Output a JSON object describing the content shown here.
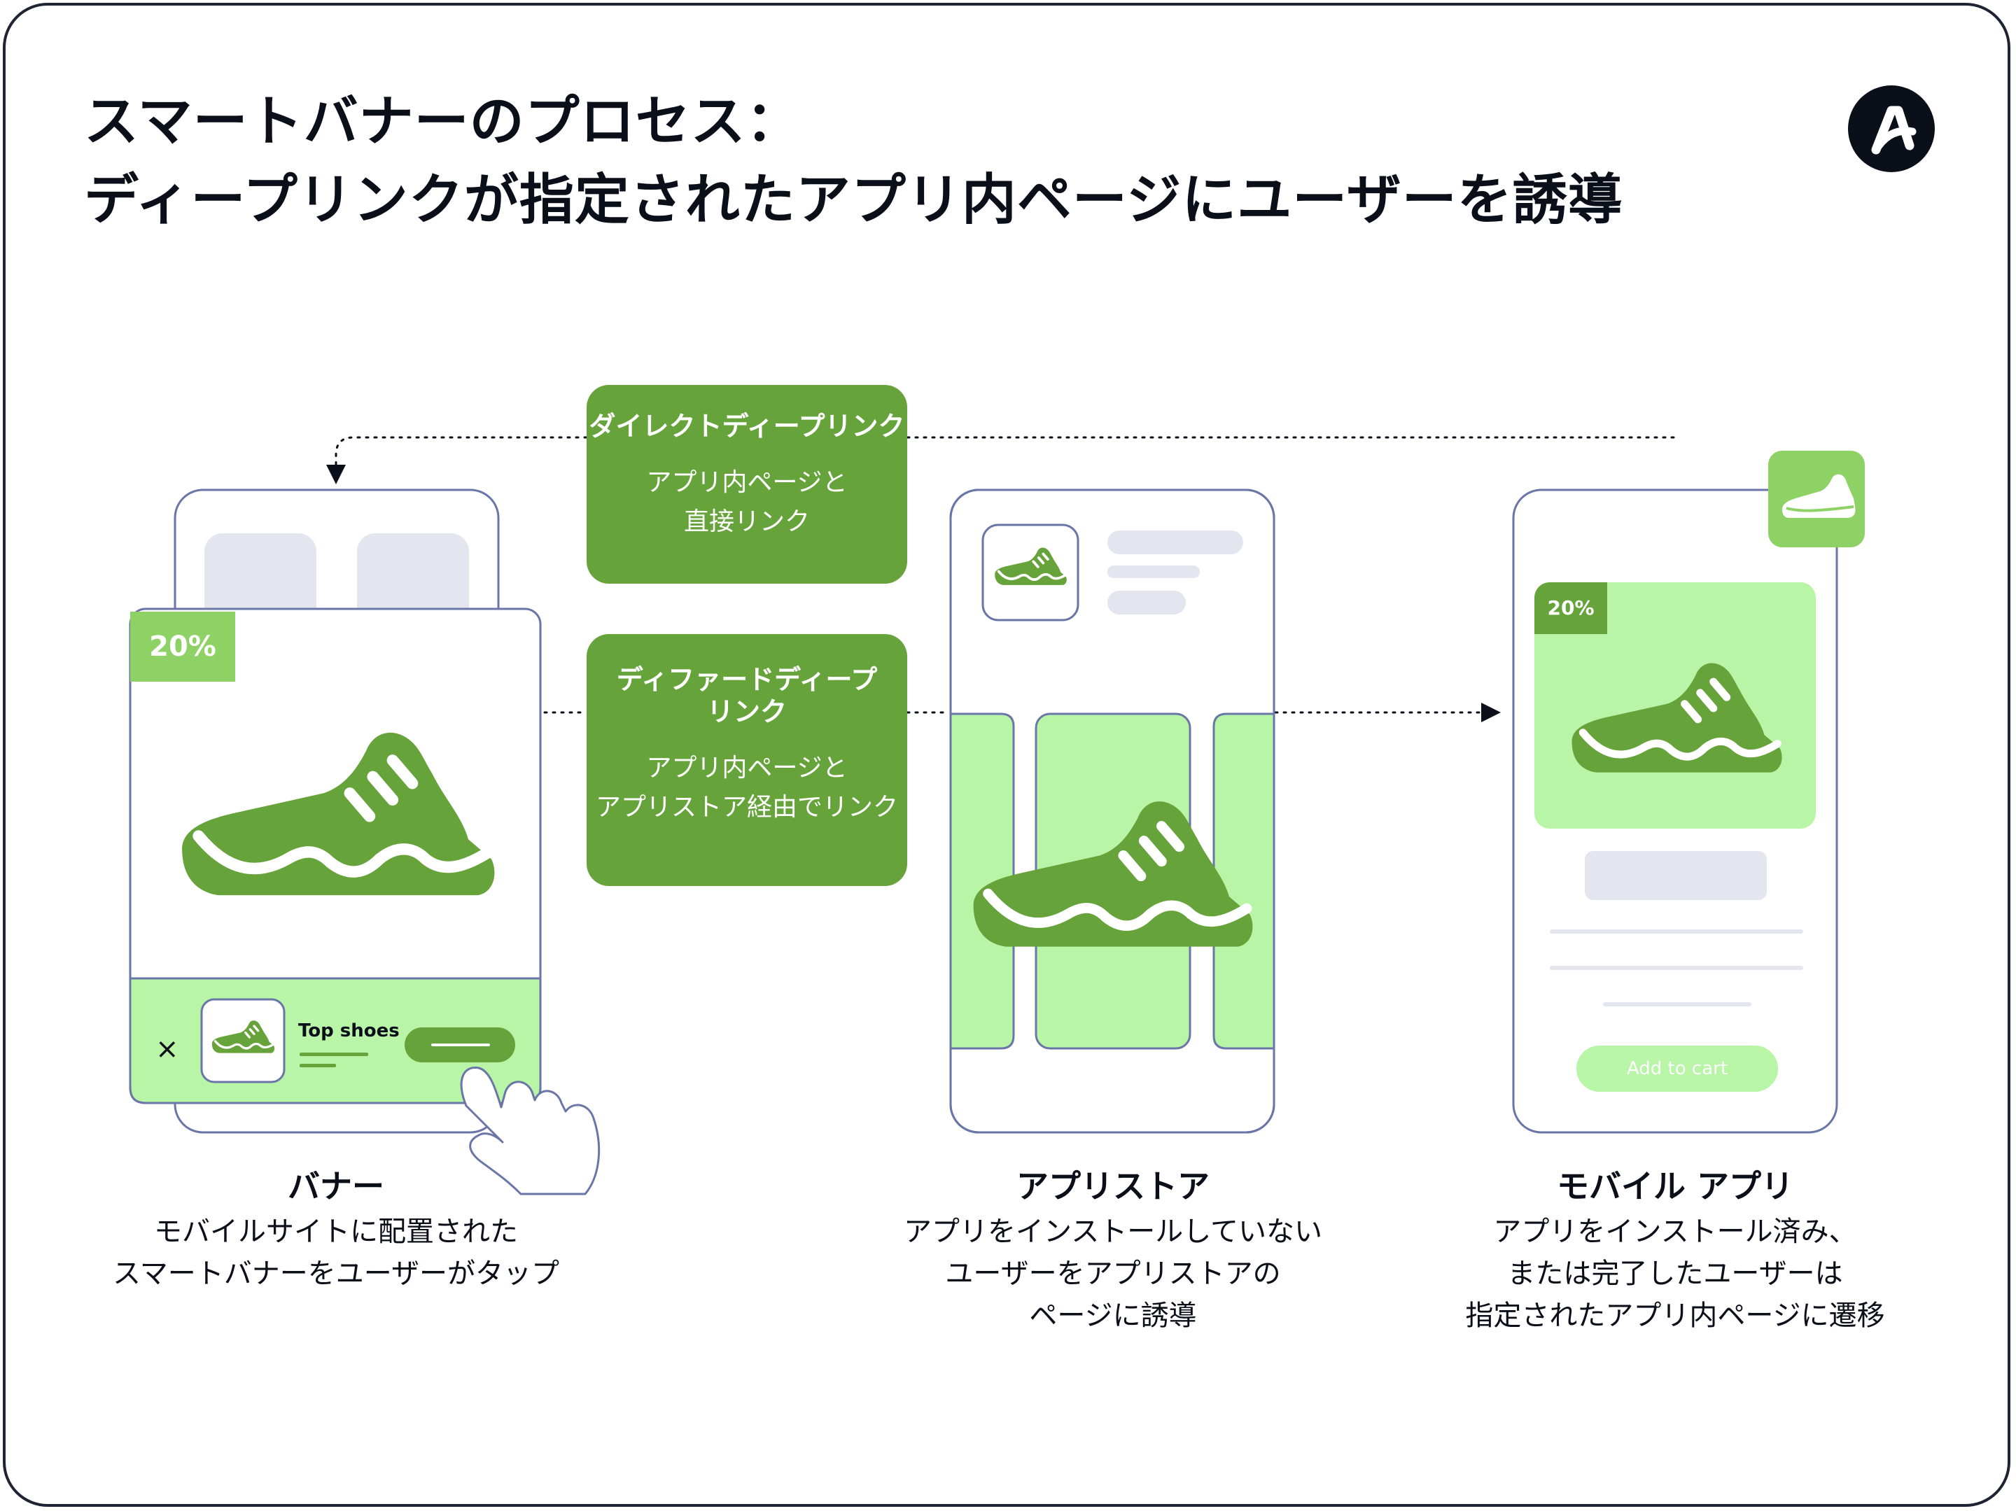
{
  "title": {
    "line1": "スマートバナーのプロセス：",
    "line2": "ディープリンクが指定されたアプリ内ページにユーザーを誘導"
  },
  "links": {
    "direct": {
      "heading": "ダイレクトディープリンク",
      "line1": "アプリ内ページと",
      "line2": "直接リンク"
    },
    "deferred": {
      "heading1": "ディファードディープ",
      "heading2": "リンク",
      "line1": "アプリ内ページと",
      "line2": "アプリストア経由でリンク"
    }
  },
  "banner_mock": {
    "discount": "20%",
    "product": "Top shoes",
    "close_symbol": "×"
  },
  "app_mock": {
    "discount": "20%",
    "cta": "Add to cart"
  },
  "steps": [
    {
      "heading": "バナー",
      "lines": [
        "モバイルサイトに配置された",
        "スマートバナーをユーザーがタップ"
      ]
    },
    {
      "heading": "アプリストア",
      "lines": [
        "アプリをインストールしていない",
        "ユーザーをアプリストアの",
        "ページに誘導"
      ]
    },
    {
      "heading": "モバイル アプリ",
      "lines": [
        "アプリをインストール済み、",
        "または完了したユーザーは",
        "指定されたアプリ内ページに遷移"
      ]
    }
  ],
  "colors": {
    "brand_green": "#66a33a",
    "light_green": "#b8f5a6",
    "badge_green": "#8ed266",
    "outline": "#6b76a8",
    "placeholder": "#e3e6ee",
    "dark": "#0b0f1a"
  },
  "icons": [
    "logo-icon",
    "shoe-icon",
    "close-icon",
    "hand-pointer-icon",
    "arrow-down-icon",
    "arrow-right-icon"
  ]
}
